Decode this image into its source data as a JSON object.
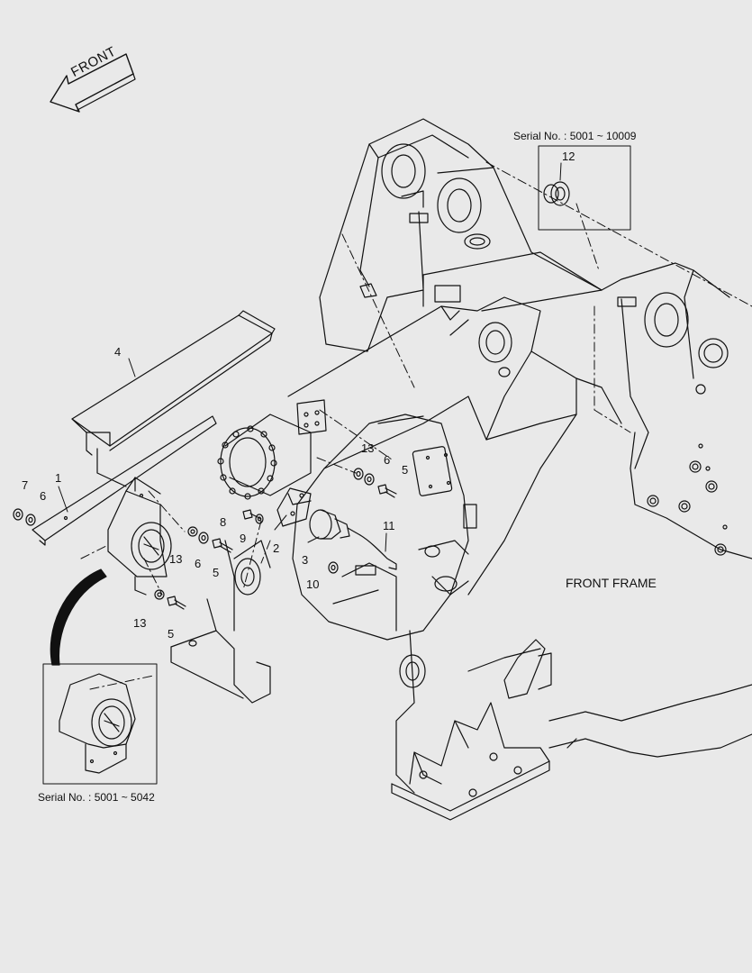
{
  "direction_label": "FRONT",
  "frame_label": "FRONT FRAME",
  "serial_top": "Serial No. : 5001 ~ 10009",
  "serial_bottom": "Serial No. : 5001 ~ 5042",
  "callouts": {
    "p1": "1",
    "p2": "2",
    "p3": "3",
    "p4": "4",
    "p5a": "5",
    "p5b": "5",
    "p5c": "5",
    "p6a": "6",
    "p6b": "6",
    "p6c": "6",
    "p7": "7",
    "p8": "8",
    "p9": "9",
    "p10": "10",
    "p11": "11",
    "p12": "12",
    "p13a": "13",
    "p13b": "13",
    "p13c": "13"
  }
}
